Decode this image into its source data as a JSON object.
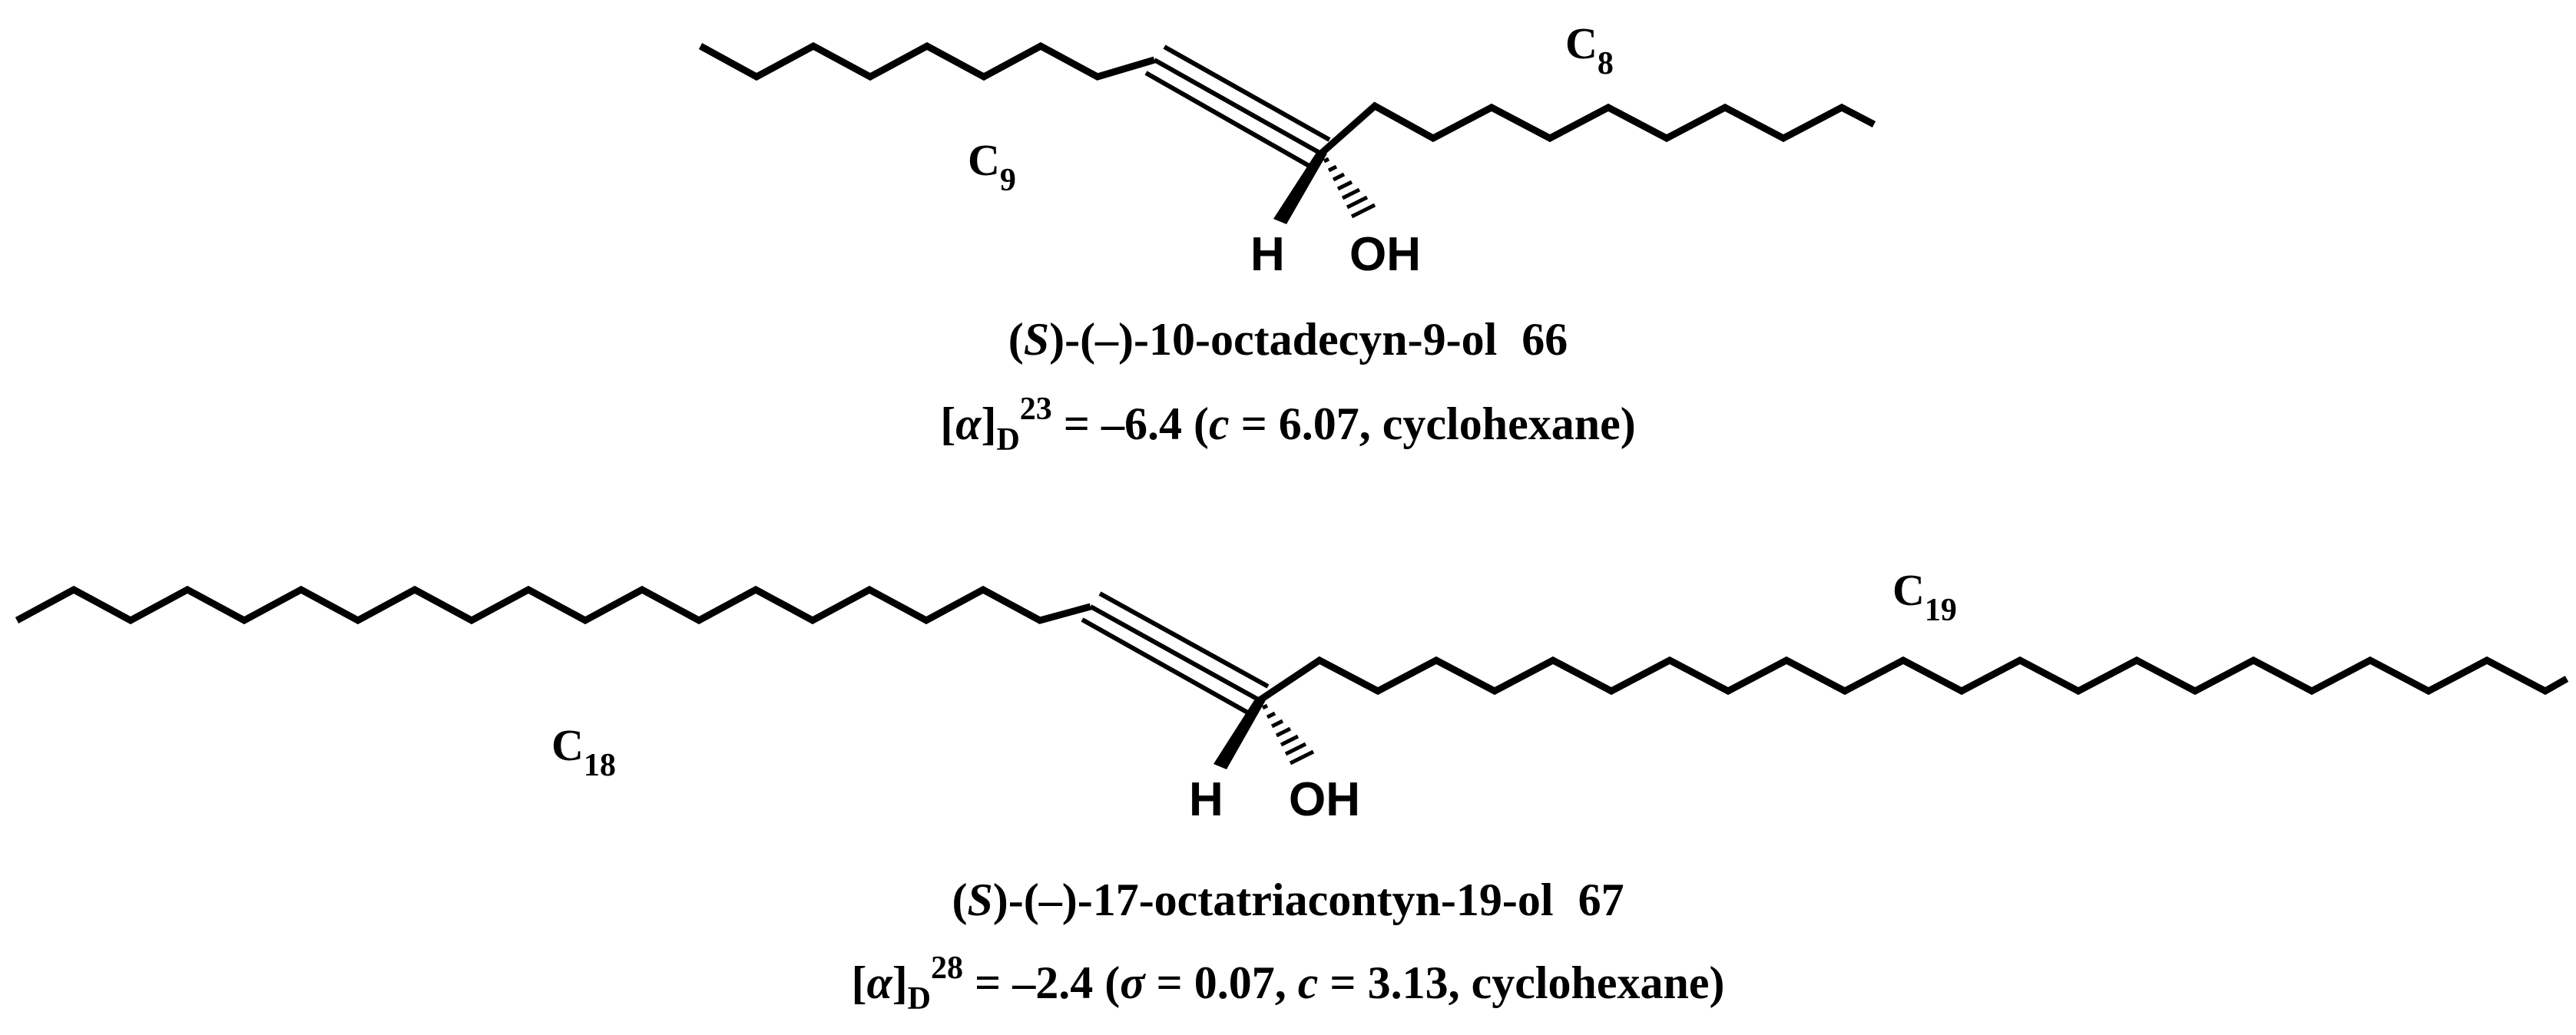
{
  "compound_66": {
    "left_chain_label_main": "C",
    "left_chain_label_sub": "9",
    "right_chain_label_main": "C",
    "right_chain_label_sub": "8",
    "h_label": "H",
    "oh_label": "OH",
    "name_prefix": "(",
    "name_config": "S",
    "name_rest": ")-(–)-10-octadecyn-9-ol",
    "number": "66",
    "rotation_open": "[",
    "rotation_alpha": "α",
    "rotation_close": "]",
    "rotation_sub": "D",
    "rotation_sup": "23",
    "rotation_value": " = –6.4 (",
    "rotation_c": "c",
    "rotation_tail": " = 6.07, cyclohexane)"
  },
  "compound_67": {
    "left_chain_label_main": "C",
    "left_chain_label_sub": "18",
    "right_chain_label_main": "C",
    "right_chain_label_sub": "19",
    "h_label": "H",
    "oh_label": "OH",
    "name_prefix": "(",
    "name_config": "S",
    "name_rest": ")-(–)-17-octatriacontyn-19-ol",
    "number": "67",
    "rotation_open": "[",
    "rotation_alpha": "α",
    "rotation_close": "]",
    "rotation_sub": "D",
    "rotation_sup": "28",
    "rotation_value": " = –2.4 (",
    "rotation_sigma": "σ",
    "rotation_mid": " = 0.07, ",
    "rotation_c": "c",
    "rotation_tail": " = 3.13, cyclohexane)"
  }
}
